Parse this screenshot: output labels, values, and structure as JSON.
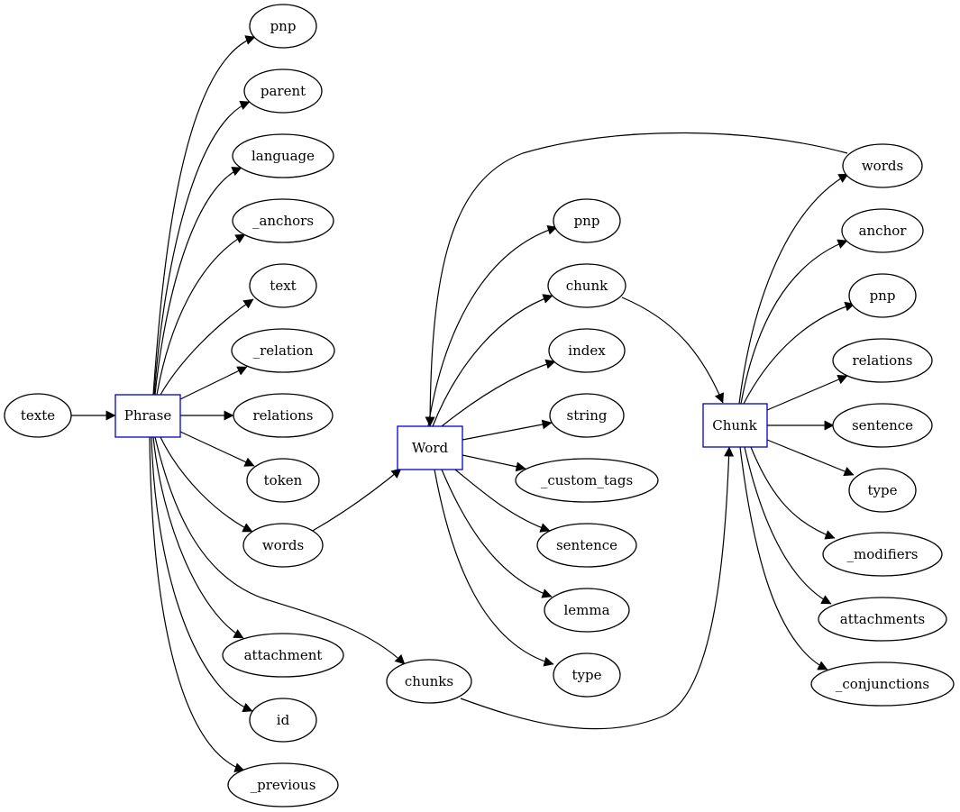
{
  "colors": {
    "class_border": "#0000cc",
    "edge": "#000000",
    "background": "#ffffff"
  },
  "nodes": {
    "texte": "texte",
    "phrase": "Phrase",
    "ph_pnp": "pnp",
    "ph_parent": "parent",
    "ph_language": "language",
    "ph_anchors": "_anchors",
    "ph_text": "text",
    "ph_relation": "_relation",
    "ph_relations": "relations",
    "ph_token": "token",
    "ph_words": "words",
    "ph_attachment": "attachment",
    "ph_id": "id",
    "ph_previous": "_previous",
    "ph_chunks": "chunks",
    "word": "Word",
    "w_pnp": "pnp",
    "w_chunk": "chunk",
    "w_index": "index",
    "w_string": "string",
    "w_custom_tags": "_custom_tags",
    "w_sentence": "sentence",
    "w_lemma": "lemma",
    "w_type": "type",
    "chunk": "Chunk",
    "c_words": "words",
    "c_anchor": "anchor",
    "c_pnp": "pnp",
    "c_relations": "relations",
    "c_sentence": "sentence",
    "c_type": "type",
    "c_modifiers": "_modifiers",
    "c_attachments": "attachments",
    "c_conjunctions": "_conjunctions"
  }
}
